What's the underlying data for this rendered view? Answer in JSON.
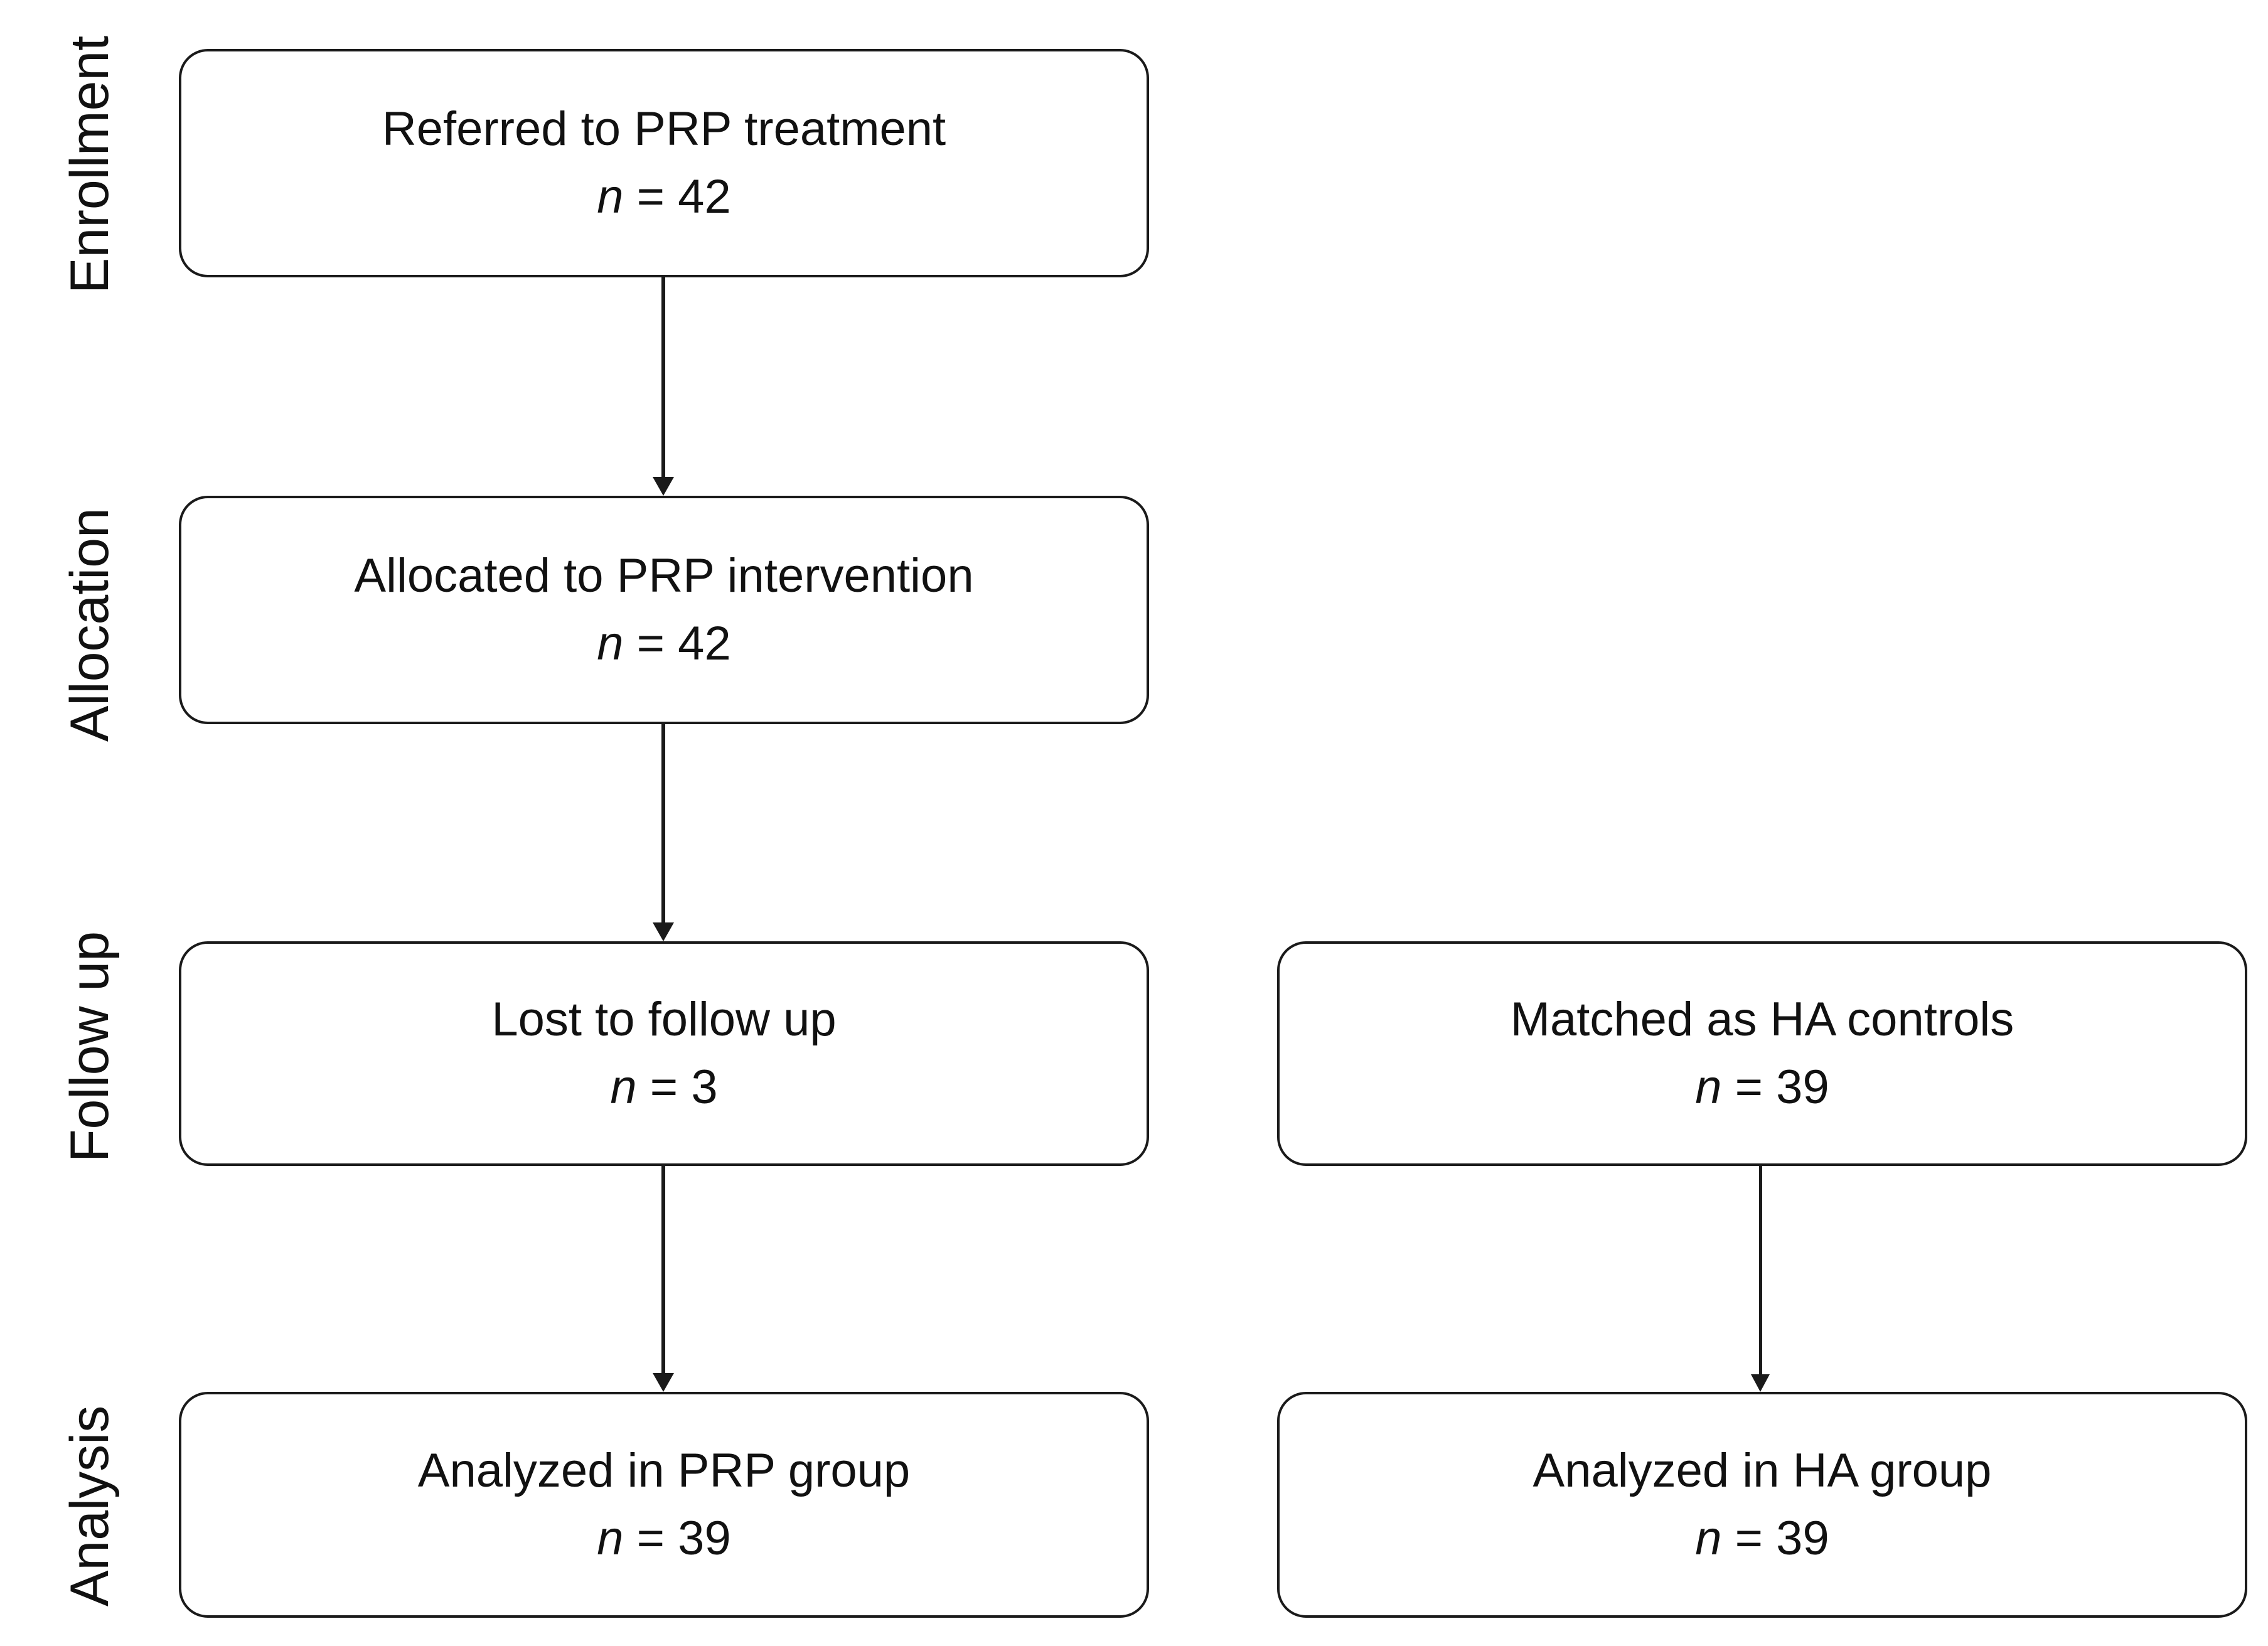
{
  "diagram": {
    "title": "CONSORT participant flow diagram",
    "line_color": "#1a1a1a",
    "background": "#ffffff",
    "text_color": "#111111"
  },
  "stages": [
    {
      "id": "enrollment",
      "label": "Enrollment"
    },
    {
      "id": "allocation",
      "label": "Allocation"
    },
    {
      "id": "followup",
      "label": "Follow up"
    },
    {
      "id": "analysis",
      "label": "Analysis"
    }
  ],
  "boxes": [
    {
      "id": "referred-prp",
      "stage": "Enrollment",
      "column": "left",
      "line1": "Referred to PRP treatment",
      "n_symbol": "n",
      "n_equals": " = ",
      "n_value": "42",
      "line2": "n = 42"
    },
    {
      "id": "allocated-prp",
      "stage": "Allocation",
      "column": "left",
      "line1": "Allocated to PRP intervention",
      "n_symbol": "n",
      "n_equals": " = ",
      "n_value": "42",
      "line2": "n = 42"
    },
    {
      "id": "lost-followup",
      "stage": "Follow up",
      "column": "left",
      "line1": "Lost to follow up",
      "n_symbol": "n",
      "n_equals": " = ",
      "n_value": "3",
      "line2": "n = 3"
    },
    {
      "id": "matched-ha-controls",
      "stage": "Follow up",
      "column": "right",
      "line1": "Matched as HA controls",
      "n_symbol": "n",
      "n_equals": " = ",
      "n_value": "39",
      "line2": "n = 39"
    },
    {
      "id": "analyzed-prp",
      "stage": "Analysis",
      "column": "left",
      "line1": "Analyzed in PRP group",
      "n_symbol": "n",
      "n_equals": " = ",
      "n_value": "39",
      "line2": "n = 39"
    },
    {
      "id": "analyzed-ha",
      "stage": "Analysis",
      "column": "right",
      "line1": "Analyzed in HA group",
      "n_symbol": "n",
      "n_equals": " = ",
      "n_value": "39",
      "line2": "n = 39"
    }
  ],
  "arrows": [
    {
      "id": "referred-to-allocated",
      "from": "referred-prp",
      "to": "allocated-prp",
      "direction": "down"
    },
    {
      "id": "allocated-to-lost",
      "from": "allocated-prp",
      "to": "lost-followup",
      "direction": "down"
    },
    {
      "id": "lost-to-analyzed-prp",
      "from": "lost-followup",
      "to": "analyzed-prp",
      "direction": "down"
    },
    {
      "id": "matched-to-analyzed-ha",
      "from": "matched-ha-controls",
      "to": "analyzed-ha",
      "direction": "down"
    }
  ]
}
